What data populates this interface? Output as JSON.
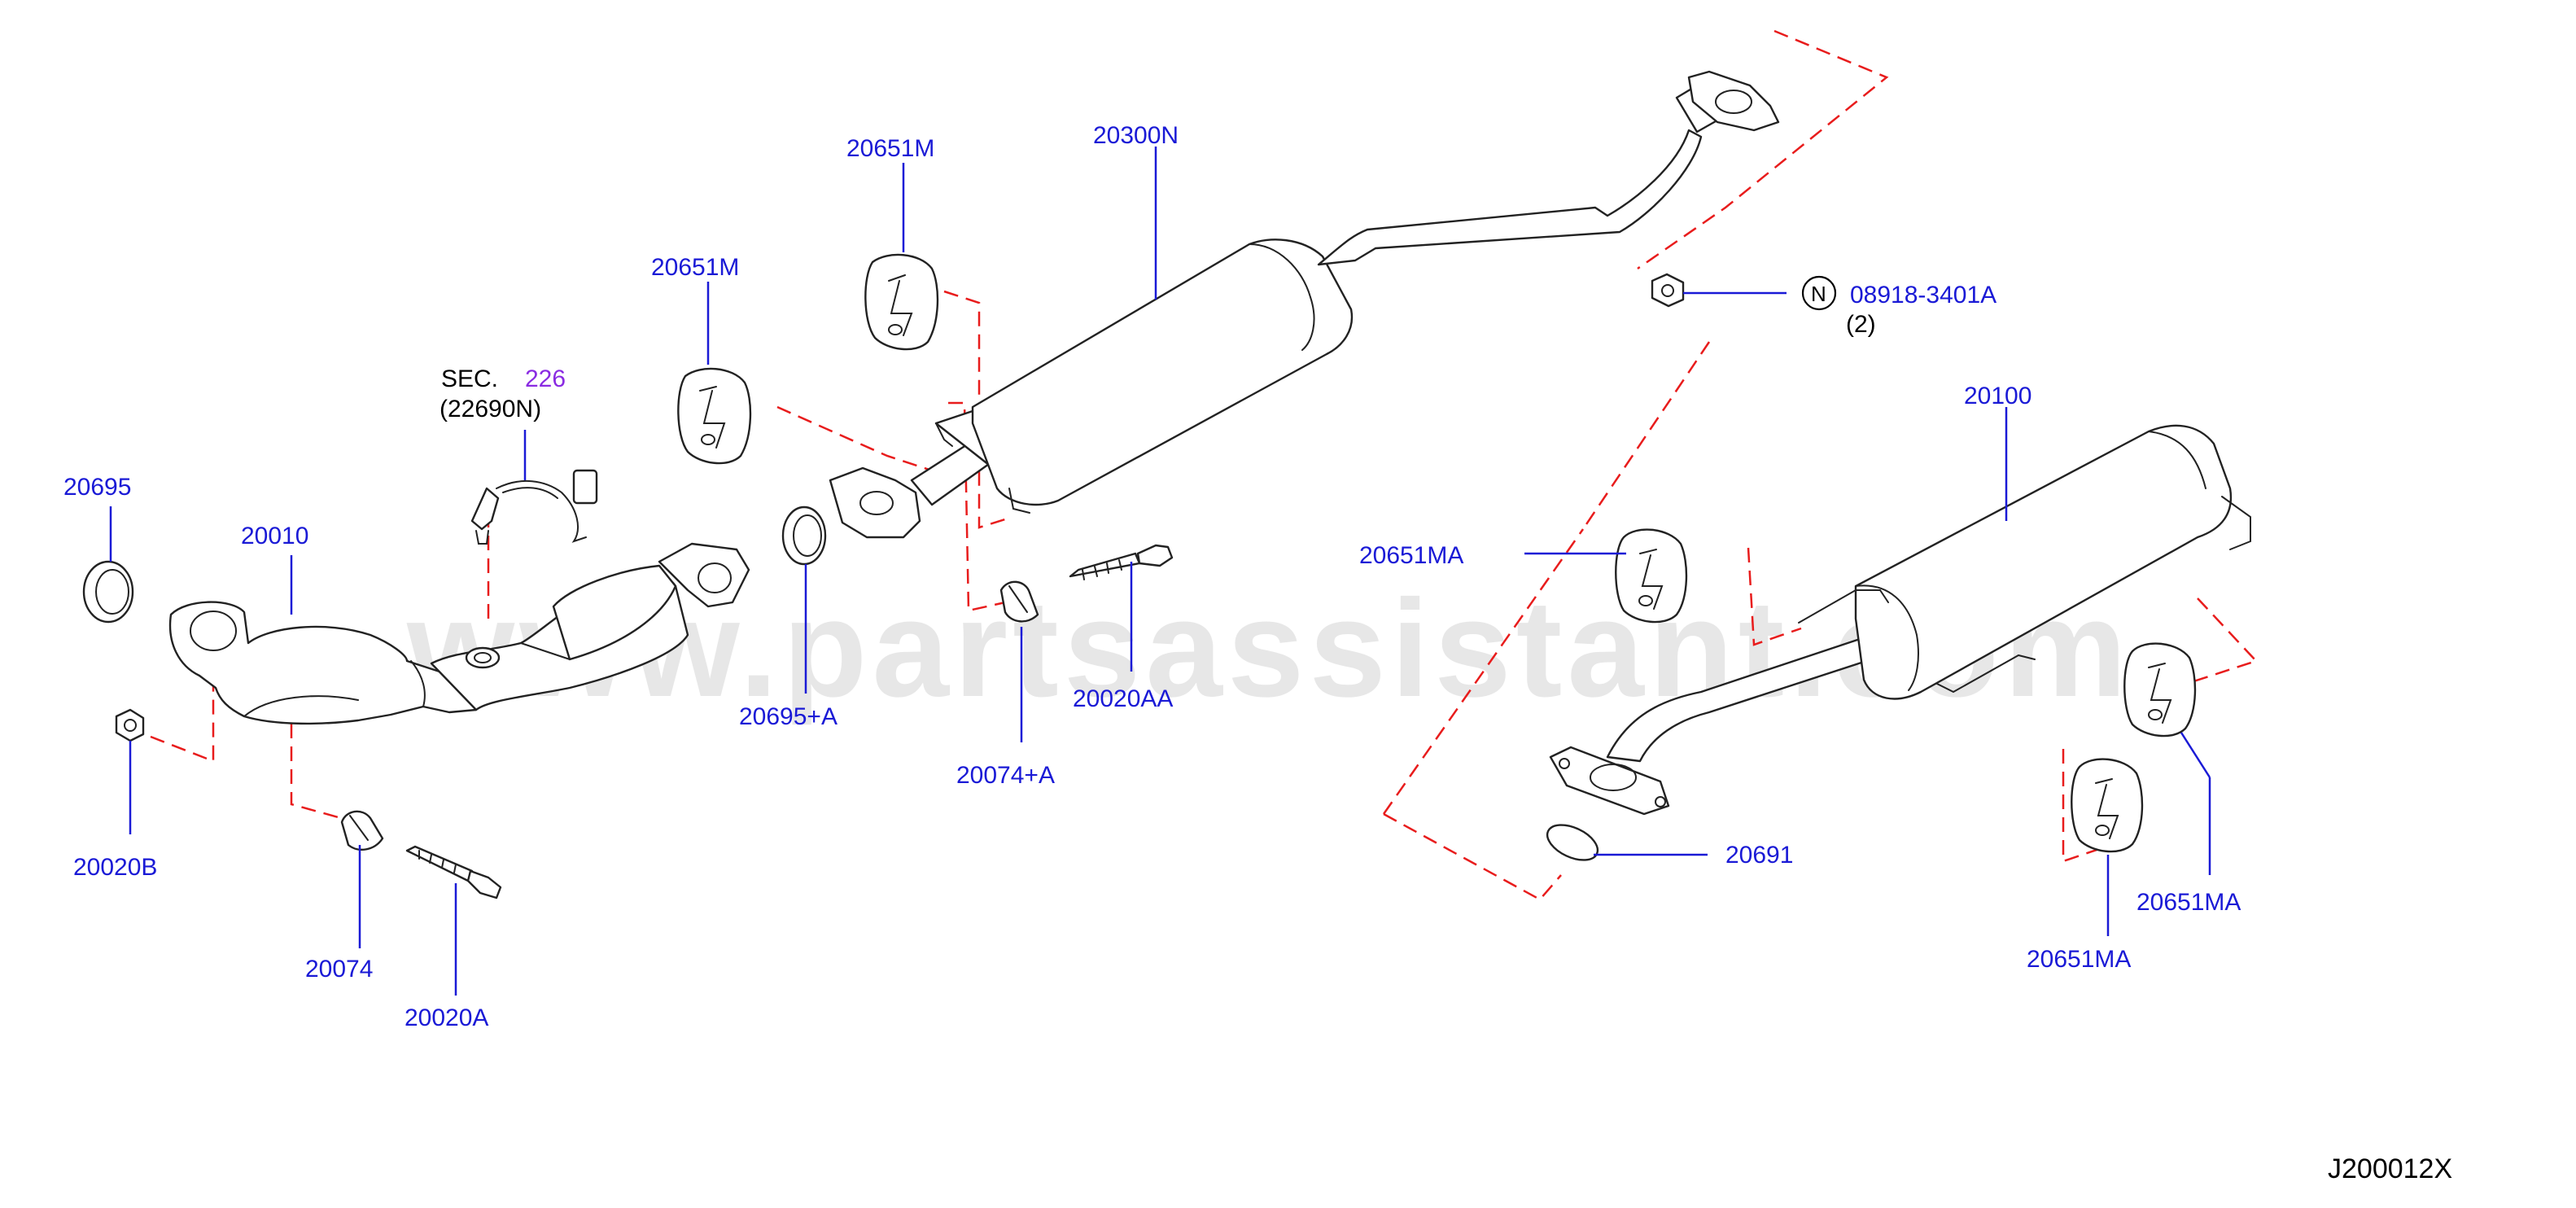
{
  "diagram_code": "J200012X",
  "watermark": "www.partsassistant.com",
  "section_ref": {
    "prefix": "SEC.",
    "number": "226",
    "part_no": "(22690N)"
  },
  "nut_callout": {
    "symbol": "N",
    "part_no": "08918-3401A",
    "qty": "(2)"
  },
  "labels": {
    "l_20695": "20695",
    "l_20010": "20010",
    "l_20020B": "20020B",
    "l_20074": "20074",
    "l_20020A": "20020A",
    "l_20651M_a": "20651M",
    "l_20651M_b": "20651M",
    "l_20300N": "20300N",
    "l_20695A": "20695+A",
    "l_20074A": "20074+A",
    "l_20020AA": "20020AA",
    "l_20100": "20100",
    "l_20651MA_a": "20651MA",
    "l_20691": "20691",
    "l_20651MA_b": "20651MA",
    "l_20651MA_c": "20651MA"
  },
  "colors": {
    "label": "#1a1ad6",
    "section": "#8a2be2",
    "dashed_line": "#e81c1c",
    "part_outline": "#222222"
  }
}
